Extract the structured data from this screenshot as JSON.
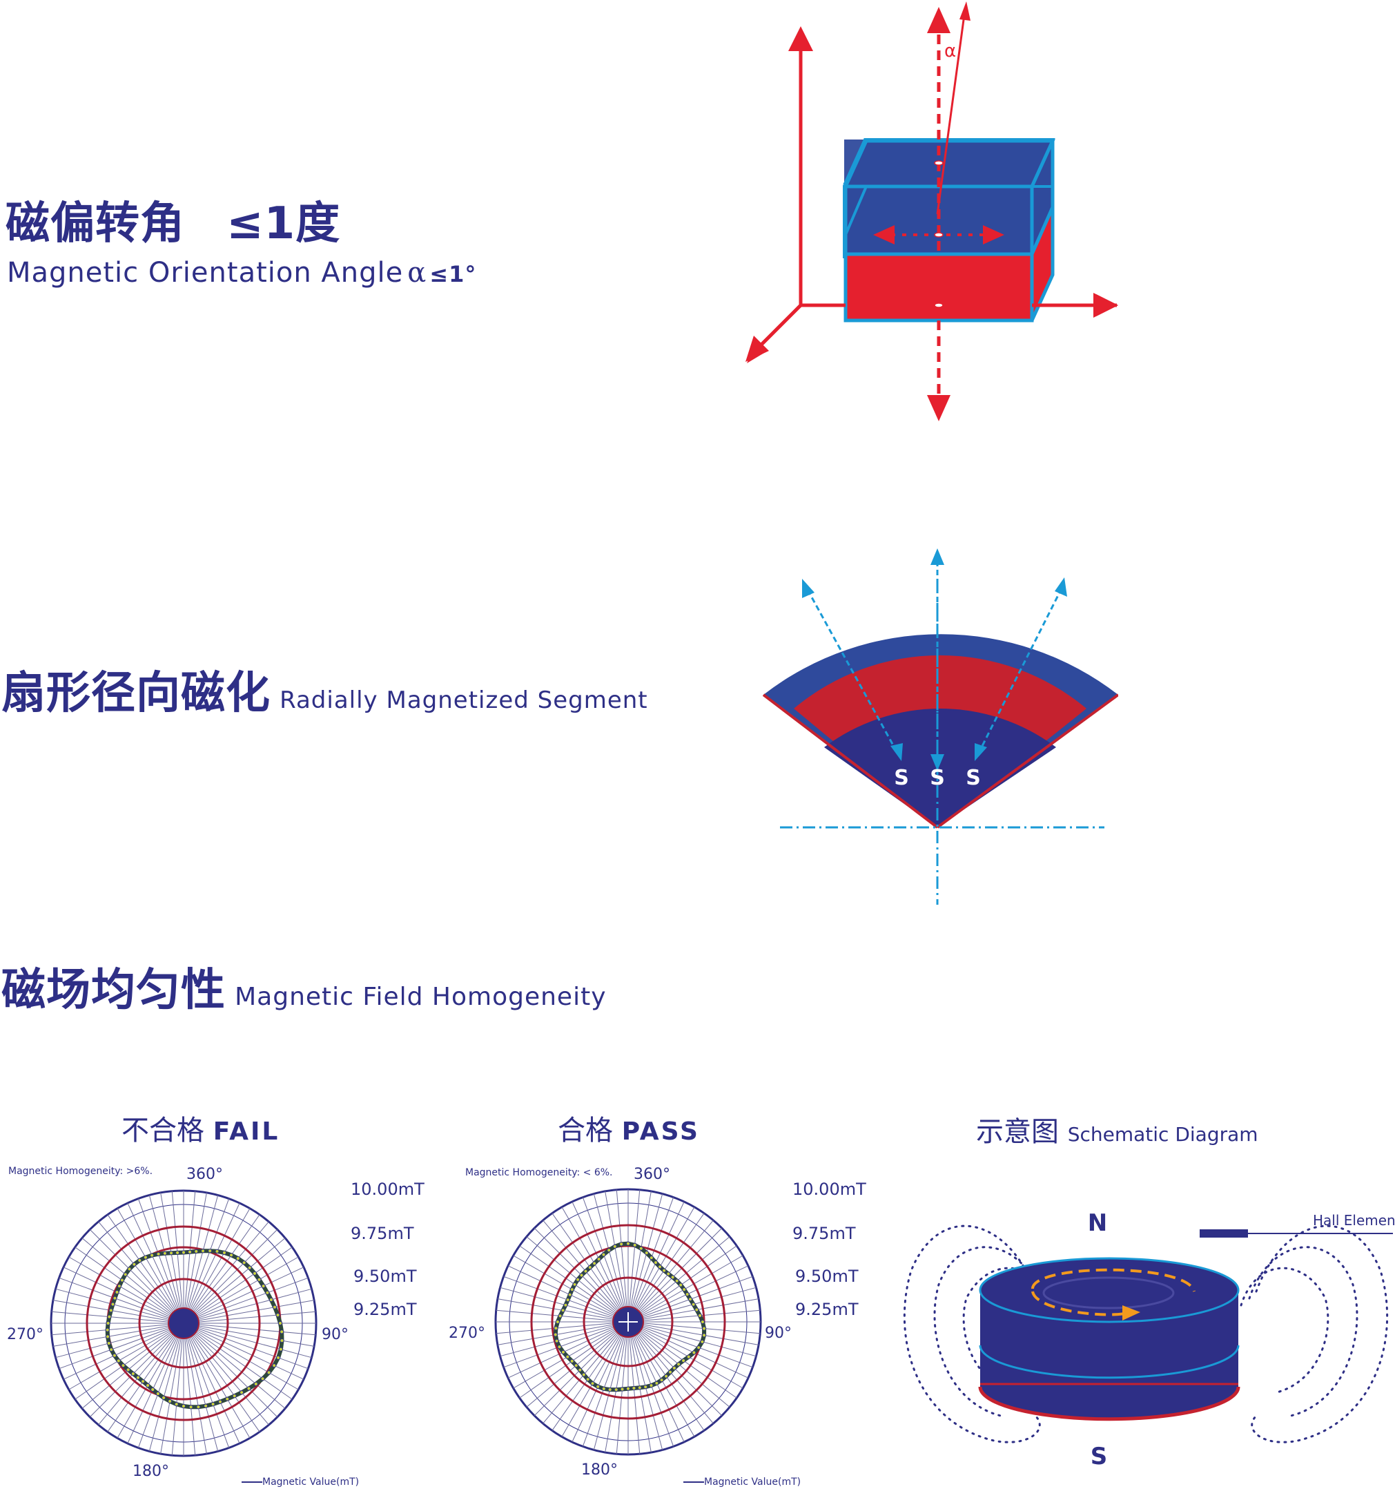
{
  "section1": {
    "title_cn": "磁偏转角",
    "title_value": "≤1度",
    "subtitle_en": "Magnetic Orientation Angle",
    "subtitle_symbol": "α",
    "subtitle_value": "≤1°",
    "diagram_alpha": "α"
  },
  "section2": {
    "title_cn": "扇形径向磁化",
    "title_en": "Radially Magnetized Segment",
    "pole_labels": [
      "S",
      "S",
      "S"
    ]
  },
  "section3": {
    "title_cn": "磁场均匀性",
    "title_en": "Magnetic Field Homogeneity"
  },
  "fail_chart": {
    "title_cn": "不合格",
    "title_en": "FAIL",
    "note": "Magnetic Homogeneity: >6%.",
    "angle_top": "360°",
    "angle_right": "90°",
    "angle_bottom": "180°",
    "angle_left": "270°",
    "legend": "Magnetic Value(mT)",
    "levels": [
      "10.00mT",
      "9.75mT",
      "9.50mT",
      "9.25mT"
    ]
  },
  "pass_chart": {
    "title_cn": "合格",
    "title_en": "PASS",
    "note": "Magnetic Homogeneity: < 6%.",
    "angle_top": "360°",
    "angle_right": "90°",
    "angle_bottom": "180°",
    "angle_left": "270°",
    "legend": "Magnetic Value(mT)",
    "levels": [
      "10.00mT",
      "9.75mT",
      "9.50mT",
      "9.25mT"
    ]
  },
  "schematic": {
    "title_cn": "示意图",
    "title_en": "Schematic Diagram",
    "north_label": "N",
    "south_label": "S",
    "hall_label": "Hall Element"
  },
  "colors": {
    "navy": "#2e2f86",
    "red": "#e5202e",
    "cyan": "#1a9ad6",
    "blue_box": "#2f4a9c",
    "dark_red": "#a41e36",
    "orange": "#f39a1e"
  }
}
